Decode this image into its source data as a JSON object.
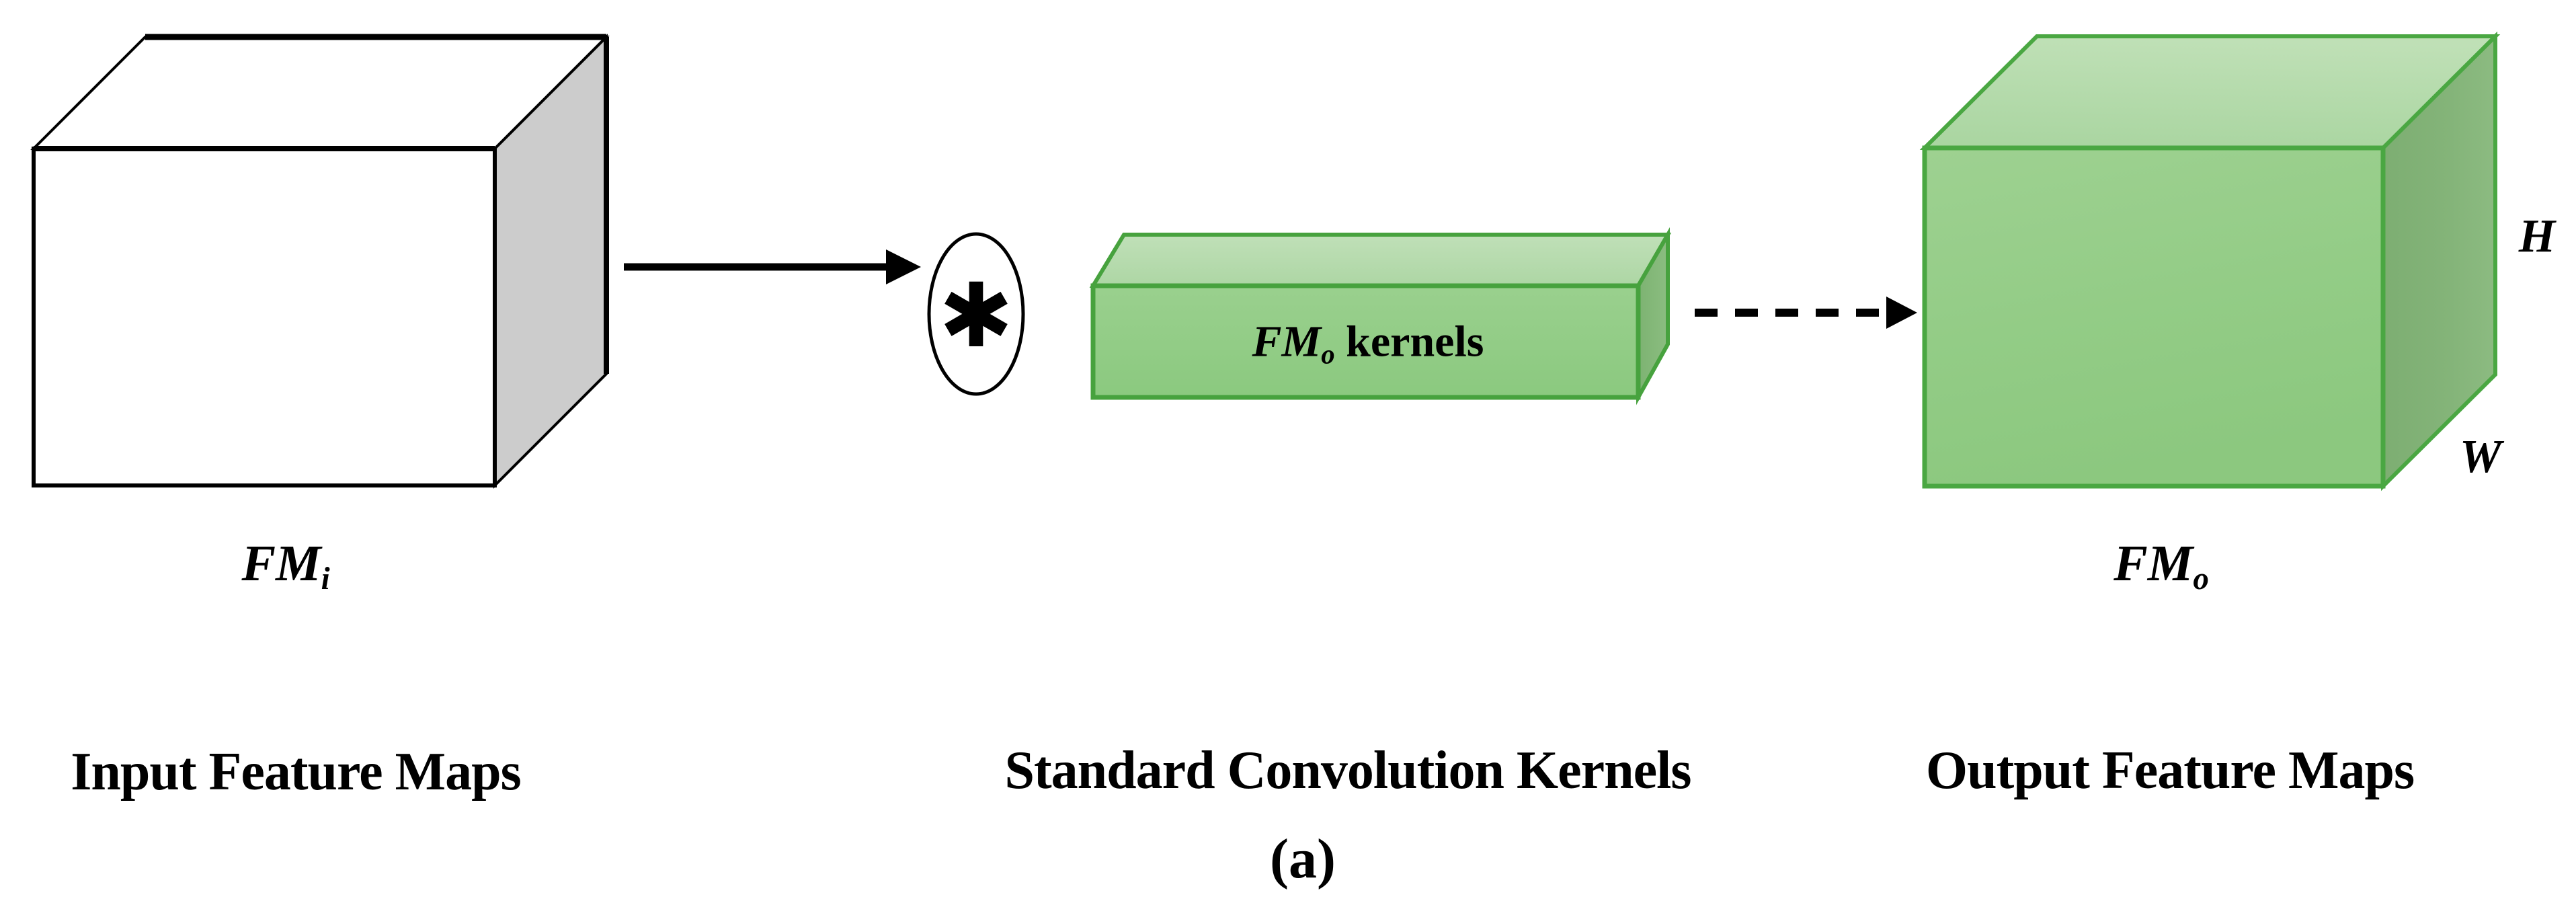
{
  "figure": {
    "sub_caption": "(a)",
    "background_color": "#ffffff"
  },
  "input_block": {
    "symbol_main": "FM",
    "symbol_sub": "i",
    "caption": "Input Feature Maps",
    "front_face_color": "#ffffff",
    "side_face_color": "#cccccc",
    "outline_color": "#000000"
  },
  "operator": {
    "glyph": "✱",
    "shape": "ellipse",
    "outline_color": "#000000"
  },
  "arrows": {
    "solid_arrow_label": "convolution-input-arrow",
    "dashed_arrow_label": "convolution-output-arrow",
    "color": "#000000"
  },
  "kernel_block": {
    "label_main": "FM",
    "label_sub": "o",
    "label_suffix": " kernels",
    "caption": "Standard Convolution Kernels",
    "front_face_color": "#8fcb83",
    "top_face_color": "#b5d9ac",
    "side_face_color": "#7fb374",
    "outline_color": "#47a23e"
  },
  "output_block": {
    "symbol_main": "FM",
    "symbol_sub": "o",
    "caption": "Output Feature Maps",
    "dim_height": "H",
    "dim_width": "W",
    "front_face_color": "#93cc86",
    "top_face_color": "#b6dbad",
    "side_face_color": "#80b175",
    "outline_color": "#4aa742"
  }
}
